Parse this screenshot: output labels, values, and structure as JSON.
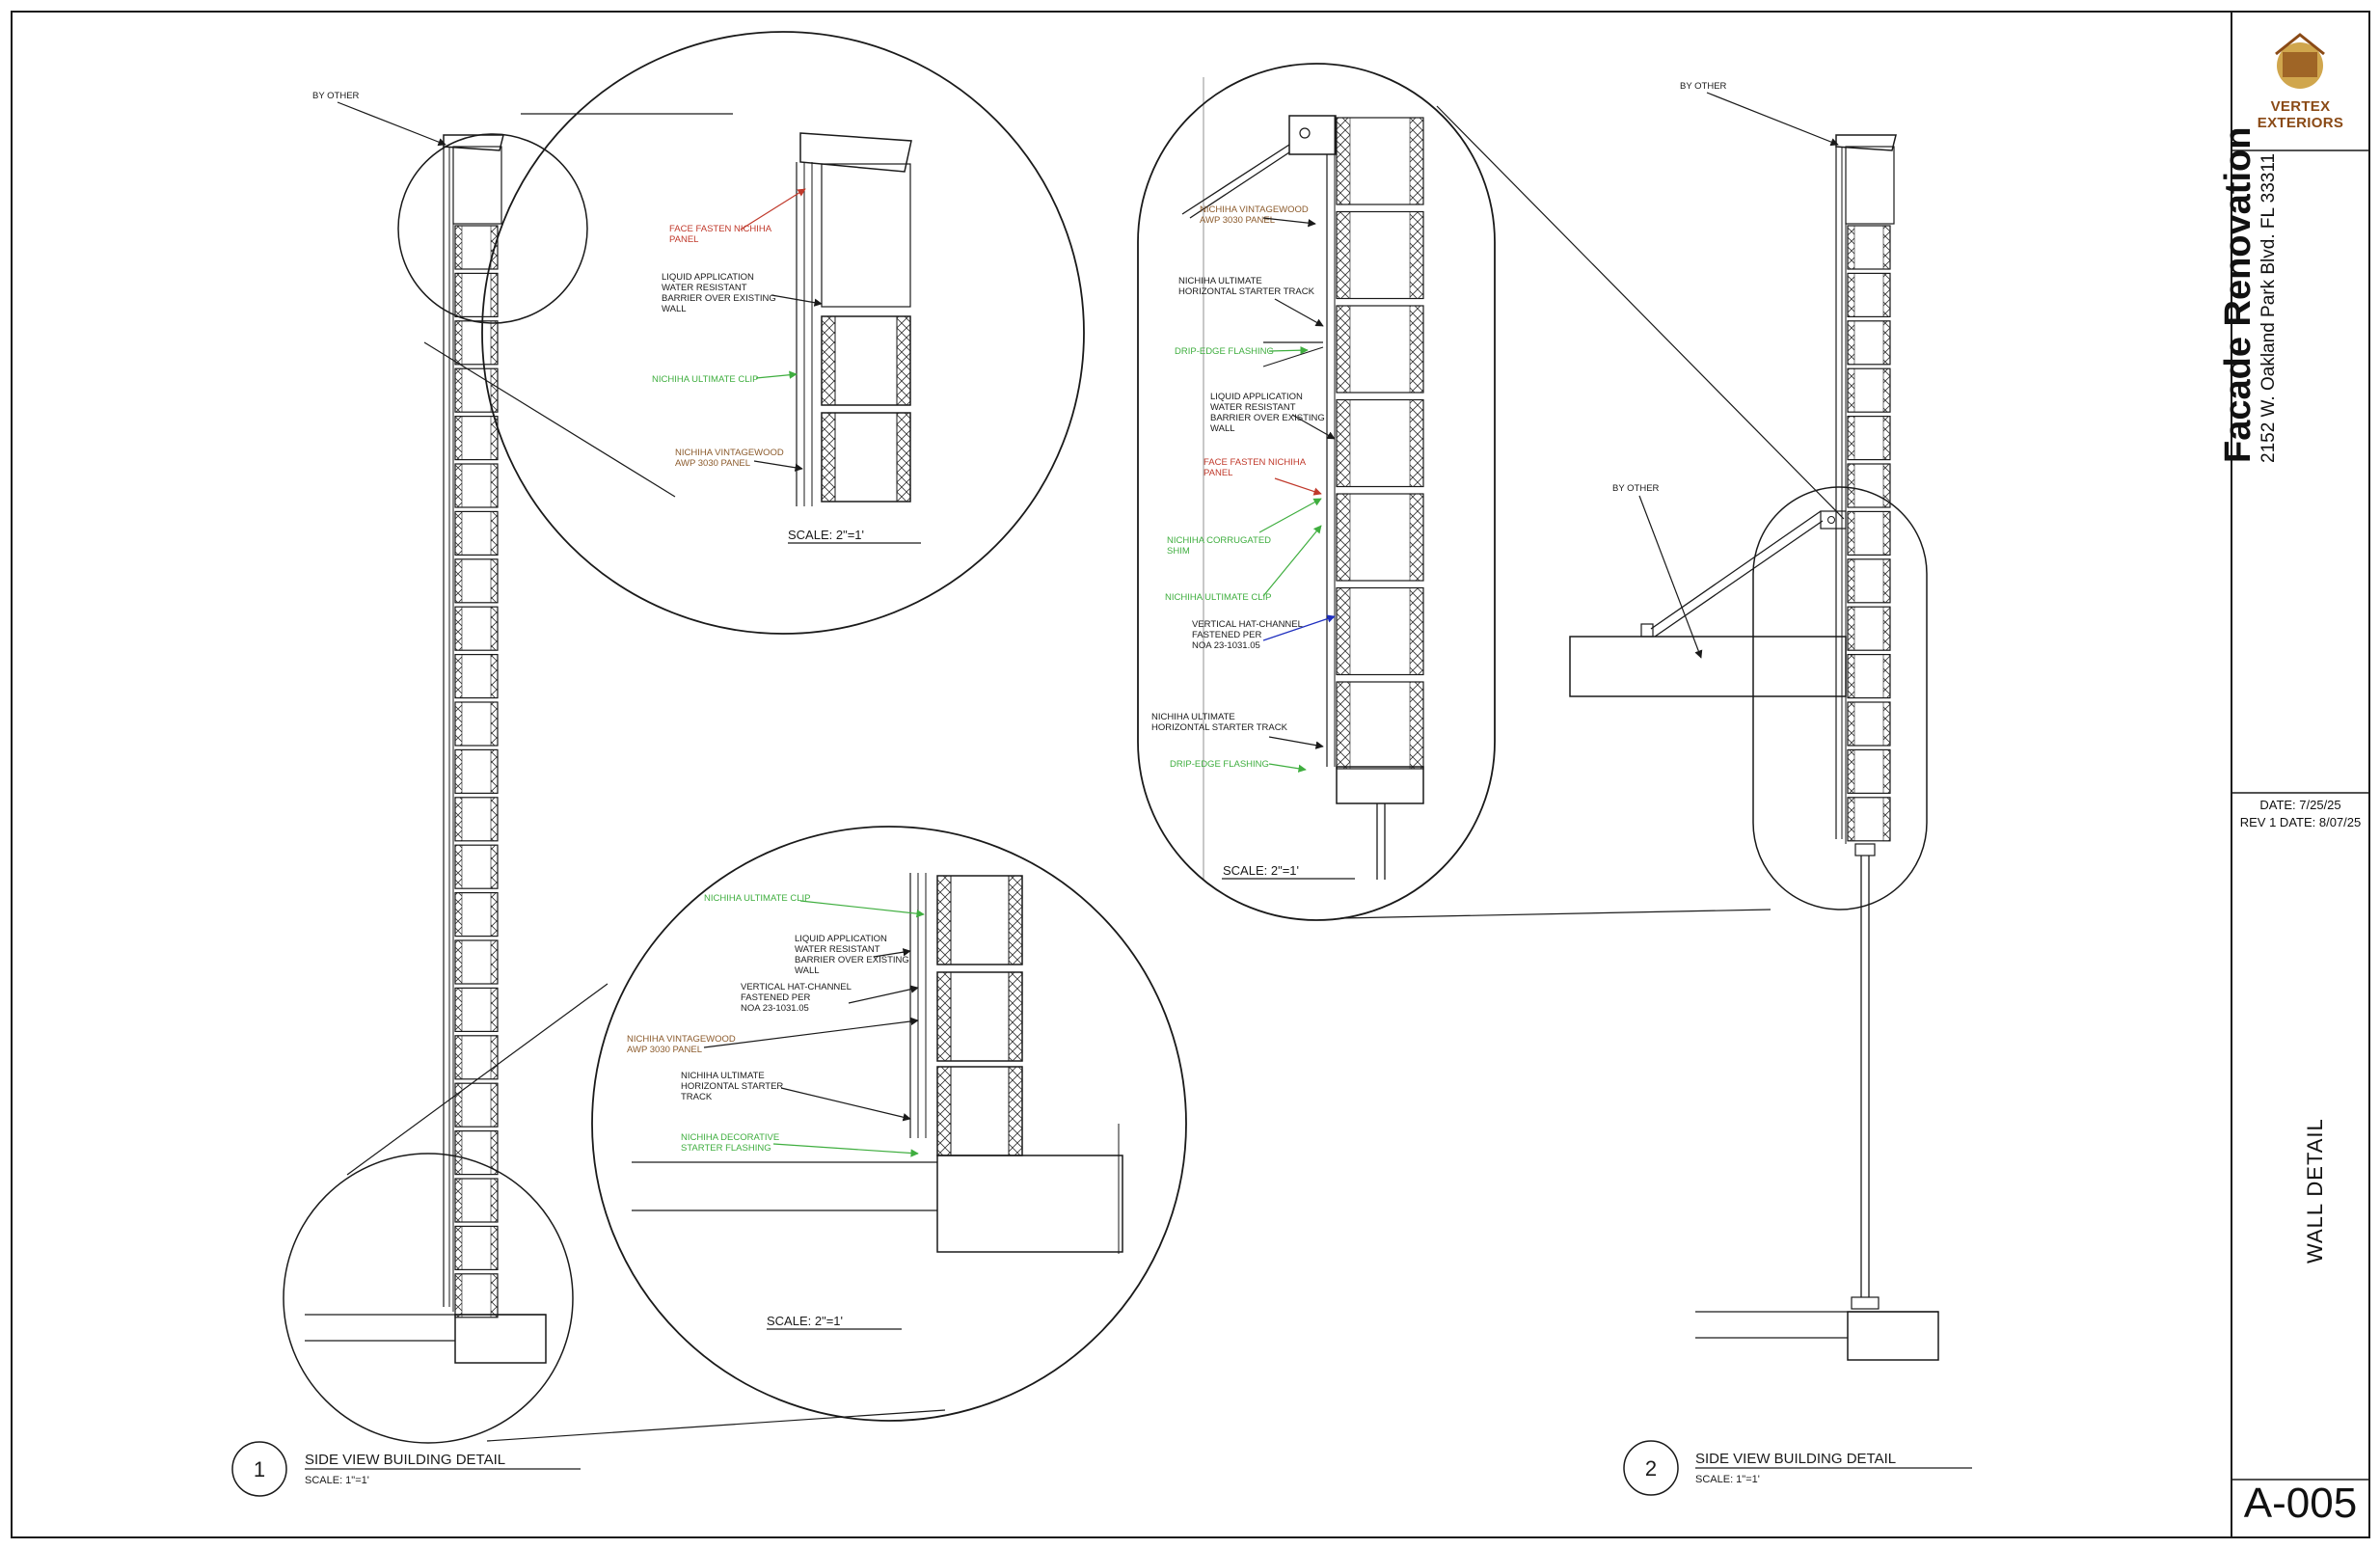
{
  "company": {
    "name": "VERTEX EXTERIORS"
  },
  "project": {
    "title": "Facade Renovation",
    "address": "2152 W. Oakland Park Blvd. FL 33311"
  },
  "dates": {
    "date": "DATE: 7/25/25",
    "rev": "REV 1 DATE: 8/07/25"
  },
  "sheet": {
    "title": "WALL DETAIL",
    "number": "A-005"
  },
  "colors": {
    "label_red": "#c0392b",
    "label_green": "#3fae3f",
    "label_brown": "#8b5a2b",
    "label_blue": "#1f2fbf",
    "line": "#1a1a1a",
    "logo": "#8a4a16"
  },
  "details": [
    {
      "number": "1",
      "title": "SIDE VIEW BUILDING DETAIL",
      "scale": "SCALE: 1\"=1'"
    },
    {
      "number": "2",
      "title": "SIDE VIEW BUILDING DETAIL",
      "scale": "SCALE: 1\"=1'"
    }
  ],
  "by_other": [
    "BY OTHER",
    "BY OTHER",
    "BY OTHER"
  ],
  "callout_top_left": {
    "scale": "SCALE: 2\"=1'",
    "labels": [
      [
        "FACE FASTEN NICHIHA",
        "PANEL"
      ],
      [
        "LIQUID APPLICATION",
        "WATER RESISTANT",
        "BARRIER OVER EXISTING",
        "WALL"
      ],
      [
        "NICHIHA ULTIMATE CLIP"
      ],
      [
        "NICHIHA VINTAGEWOOD",
        "AWP 3030 PANEL"
      ]
    ]
  },
  "callout_bottom": {
    "scale": "SCALE: 2\"=1'",
    "labels": [
      [
        "NICHIHA ULTIMATE CLIP"
      ],
      [
        "LIQUID APPLICATION",
        "WATER RESISTANT",
        "BARRIER OVER EXISTING",
        "WALL"
      ],
      [
        "VERTICAL HAT-CHANNEL",
        "FASTENED PER",
        "NOA 23-1031.05"
      ],
      [
        "NICHIHA VINTAGEWOOD",
        "AWP 3030 PANEL"
      ],
      [
        "NICHIHA ULTIMATE",
        "HORIZONTAL STARTER",
        "TRACK"
      ],
      [
        "NICHIHA DECORATIVE",
        "STARTER FLASHING"
      ]
    ]
  },
  "callout_right": {
    "scale": "SCALE: 2\"=1'",
    "labels": [
      [
        "NICHIHA VINTAGEWOOD",
        "AWP 3030 PANEL"
      ],
      [
        "NICHIHA ULTIMATE",
        "HORIZONTAL STARTER TRACK"
      ],
      [
        "DRIP-EDGE FLASHING"
      ],
      [
        "LIQUID APPLICATION",
        "WATER RESISTANT",
        "BARRIER OVER EXISTING",
        "WALL"
      ],
      [
        "FACE FASTEN NICHIHA",
        "PANEL"
      ],
      [
        "NICHIHA CORRUGATED",
        "SHIM"
      ],
      [
        "NICHIHA ULTIMATE CLIP"
      ],
      [
        "VERTICAL HAT-CHANNEL",
        "FASTENED PER",
        "NOA 23-1031.05"
      ],
      [
        "NICHIHA ULTIMATE",
        "HORIZONTAL STARTER TRACK"
      ],
      [
        "DRIP-EDGE FLASHING"
      ]
    ]
  }
}
